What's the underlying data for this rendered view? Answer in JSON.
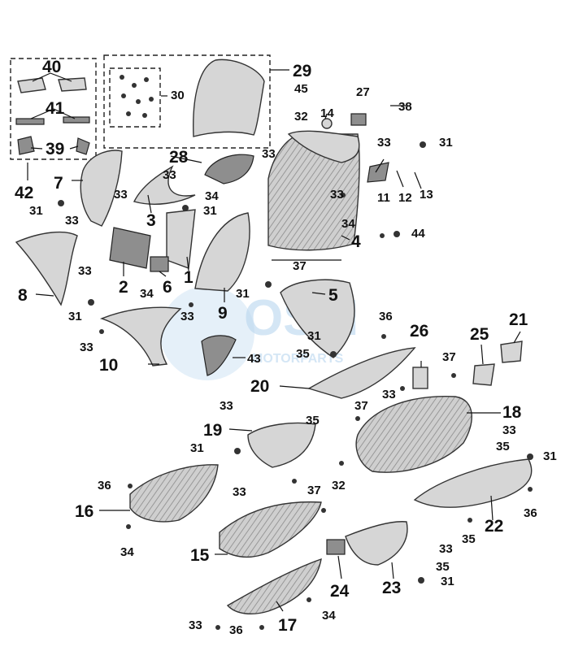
{
  "watermark": {
    "brand": "OSM",
    "sub": "MOTORPARTS"
  },
  "callouts": [
    "40",
    "41",
    "39",
    "42",
    "29",
    "30",
    "45",
    "14",
    "27",
    "38",
    "32",
    "31",
    "33",
    "28",
    "7",
    "3",
    "34",
    "11",
    "12",
    "13",
    "4",
    "44",
    "37",
    "2",
    "6",
    "1",
    "8",
    "9",
    "5",
    "36",
    "10",
    "43",
    "26",
    "25",
    "21",
    "35",
    "20",
    "18",
    "19",
    "16",
    "17",
    "15",
    "24",
    "23",
    "22"
  ]
}
